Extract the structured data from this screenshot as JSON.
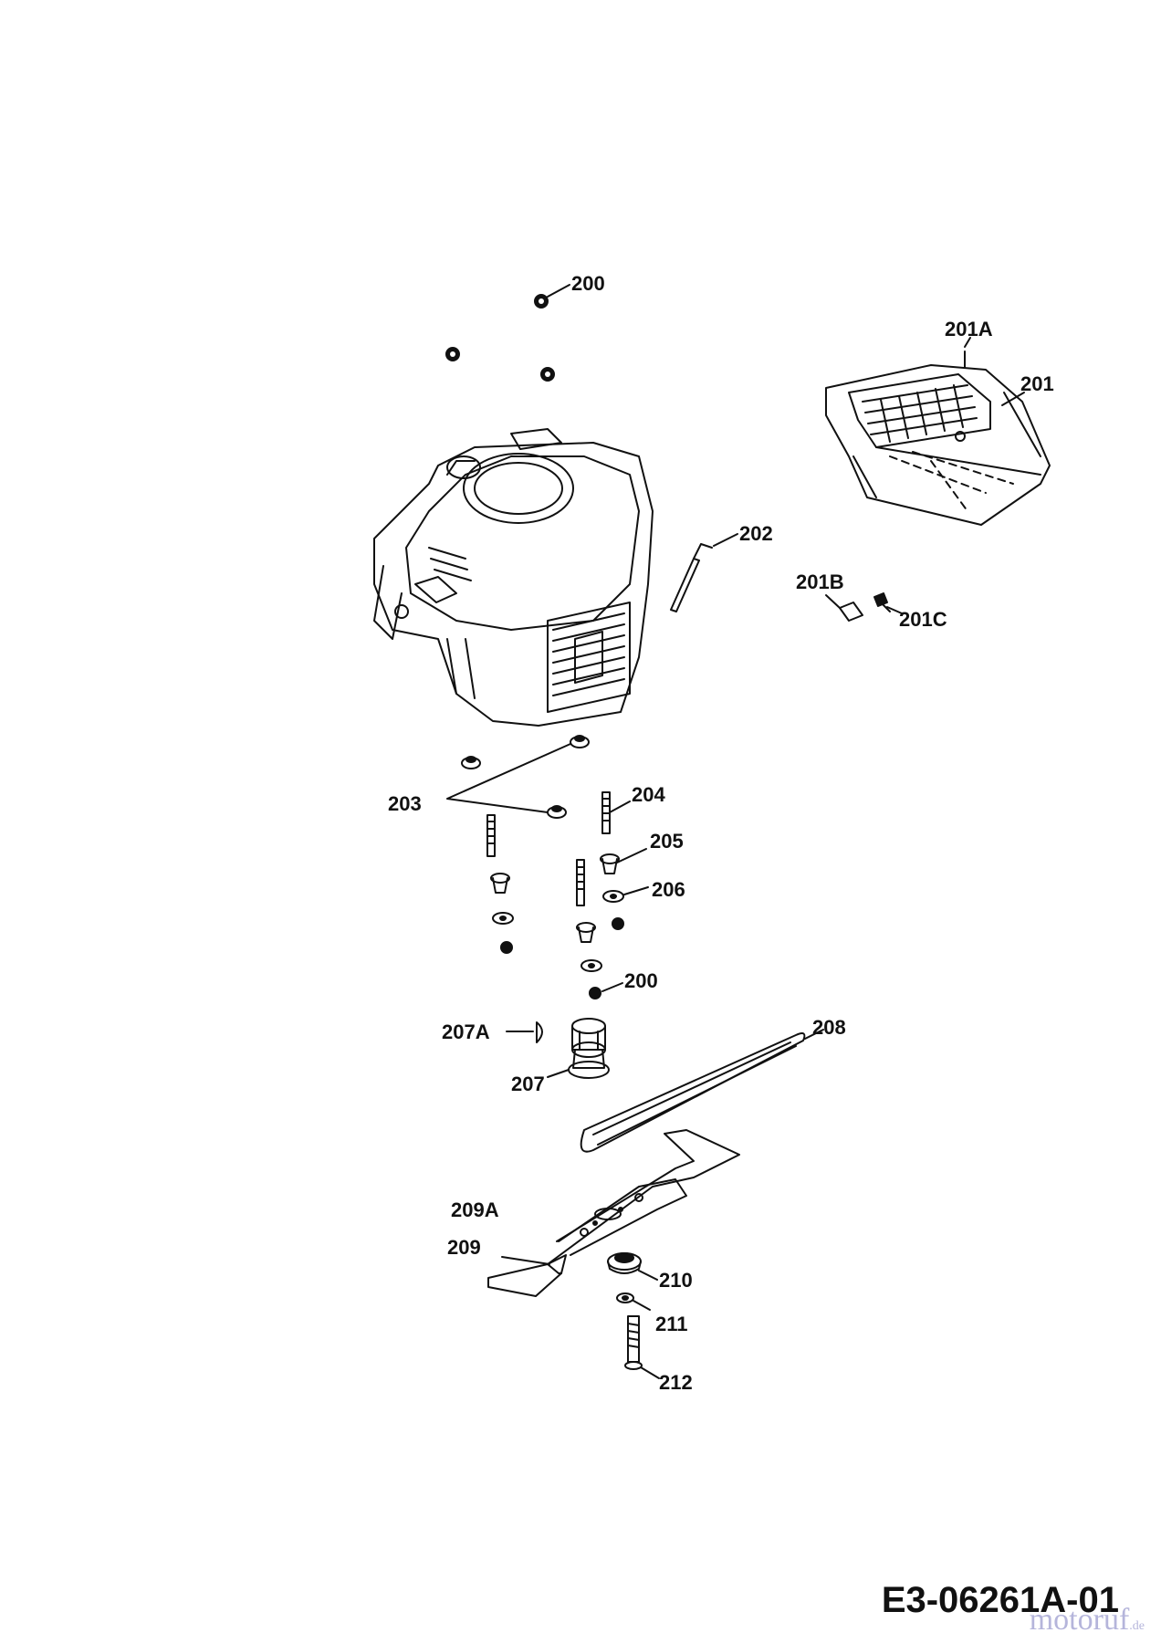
{
  "callouts": {
    "c200a": "200",
    "c201a": "201A",
    "c201": "201",
    "c202": "202",
    "c201b": "201B",
    "c201c": "201C",
    "c203": "203",
    "c204": "204",
    "c205": "205",
    "c206": "206",
    "c200b": "200",
    "c207a": "207A",
    "c207": "207",
    "c208": "208",
    "c209a": "209A",
    "c209": "209",
    "c210": "210",
    "c211": "211",
    "c212": "212"
  },
  "footer": {
    "drawing_code": "E3-06261A-01",
    "watermark_main": "motoruf",
    "watermark_tld": ".de"
  },
  "colors": {
    "line": "#111111",
    "watermark": "#7878be"
  }
}
